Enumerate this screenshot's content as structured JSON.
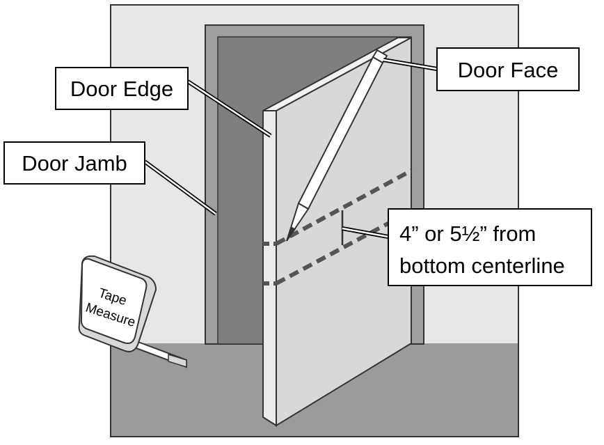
{
  "labels": {
    "door_edge": "Door Edge",
    "door_face": "Door Face",
    "door_jamb": "Door Jamb",
    "measure_line1": "4” or 5½” from",
    "measure_line2": "bottom centerline",
    "tape_line1": "Tape",
    "tape_line2": "Measure"
  },
  "colors": {
    "wall": "#e7e7e7",
    "floor": "#9b9b9b",
    "frame": "#9f9f9f",
    "opening": "#7f7f7f",
    "door_face": "#d8d8d8",
    "door_edge": "#ebebeb",
    "outline": "#333333"
  }
}
